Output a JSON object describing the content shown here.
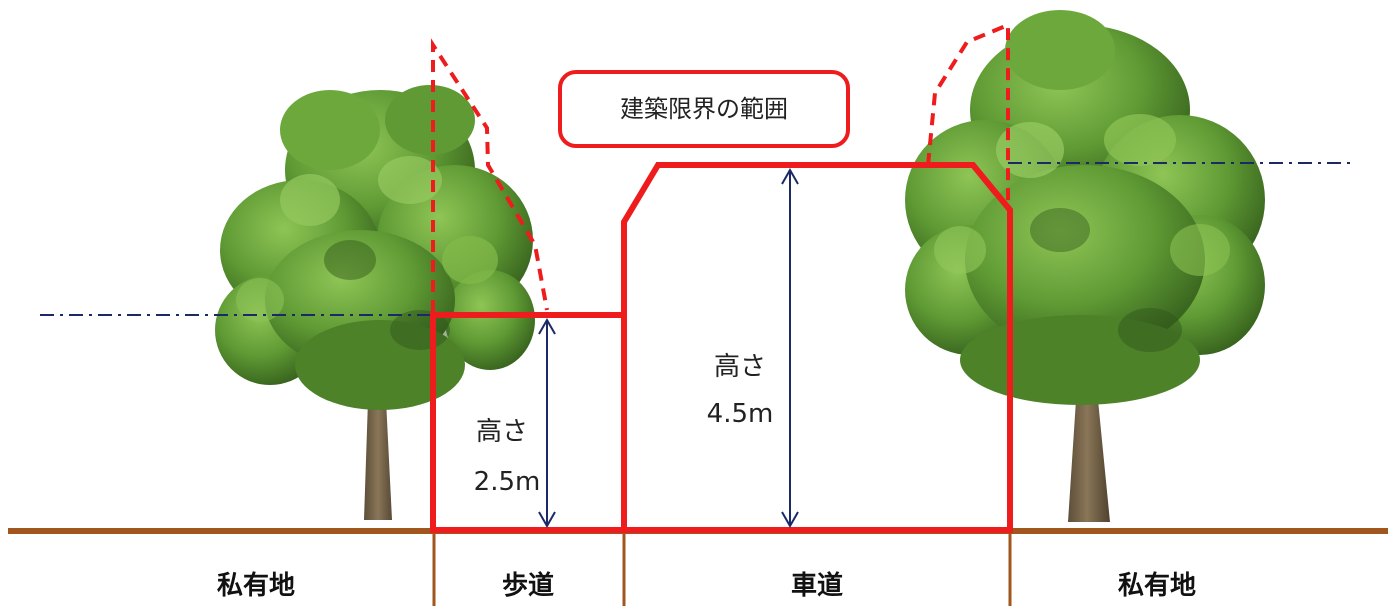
{
  "callout": {
    "label": "建築限界の範囲"
  },
  "sidewalk_height": {
    "line1": "高さ",
    "line2": "2.5m"
  },
  "roadway_height": {
    "line1": "高さ",
    "line2": "4.5m"
  },
  "zones": {
    "left_private": "私有地",
    "sidewalk": "歩道",
    "roadway": "車道",
    "right_private": "私有地"
  },
  "colors": {
    "limit_red": "#ee1c1c",
    "ground_brown": "#a0561c",
    "dimension_navy": "#1b2a66",
    "tree_dark": "#3f6f22",
    "tree_mid": "#5f9a34",
    "tree_light": "#86bd4e",
    "trunk": "#6b5a3e"
  }
}
